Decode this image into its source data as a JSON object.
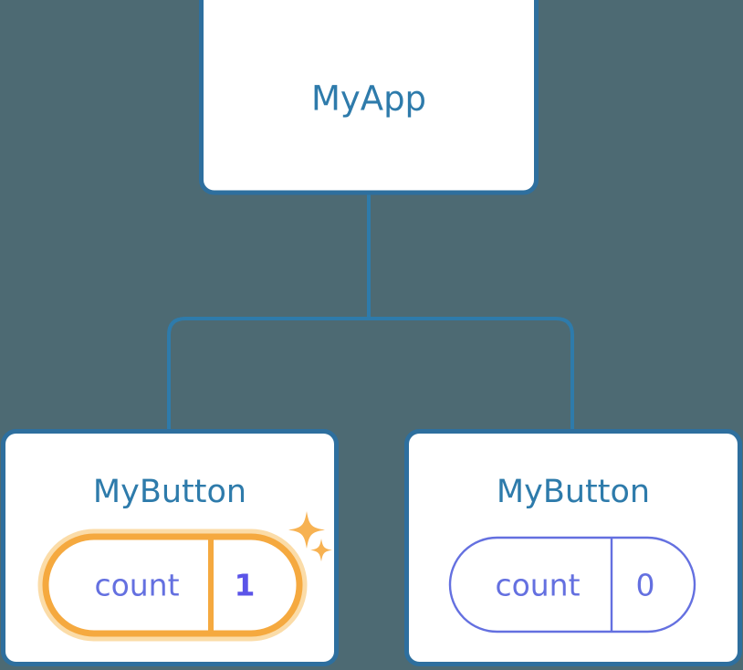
{
  "diagram": {
    "type": "component-tree",
    "background_color": "#4d6a73",
    "title_color": "#2e7bab",
    "card_border_color": "#2e6f9e",
    "prop_color": "#6470e0",
    "highlight_color": "#f5a93f",
    "highlight_glow_color": "#fbdca8",
    "root": {
      "label": "MyApp"
    },
    "children": [
      {
        "label": "MyButton",
        "prop_key": "count",
        "prop_value": "1",
        "highlighted": true,
        "sparkles": 2
      },
      {
        "label": "MyButton",
        "prop_key": "count",
        "prop_value": "0",
        "highlighted": false,
        "sparkles": 0
      }
    ]
  }
}
